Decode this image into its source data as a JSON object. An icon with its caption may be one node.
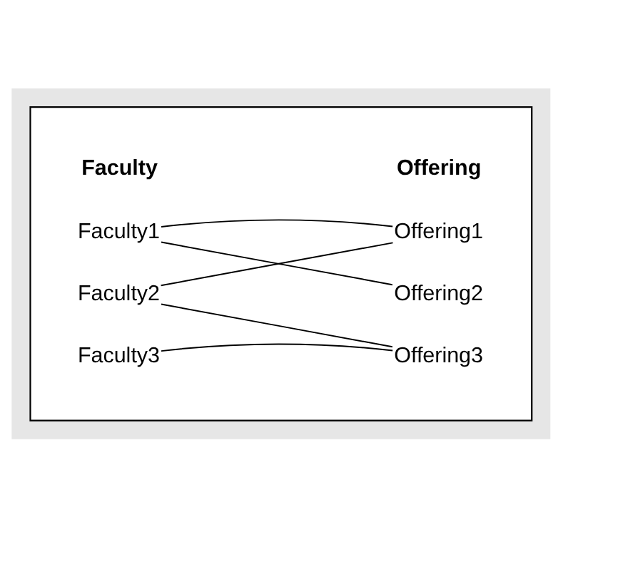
{
  "diagram": {
    "nodes": [
      {
        "text": [],
        "shape": "box"
      },
      {
        "text": [
          "Faculty1"
        ],
        "in": 0
      },
      {
        "text": [
          "Faculty2"
        ],
        "in": 0
      },
      {
        "text": [
          "Faculty3"
        ],
        "in": 0
      },
      {
        "text": [
          "Offering1"
        ],
        "in": 0
      },
      {
        "text": [
          "Offering2"
        ],
        "in": 0
      },
      {
        "text": [
          "Offering3"
        ],
        "in": 0
      }
    ],
    "edges": [
      {
        "from": 1,
        "to": 4,
        "arrow": "none"
      },
      {
        "from": 1,
        "to": 5,
        "arrow": "none"
      },
      {
        "from": 2,
        "to": 4,
        "arrow": "none"
      },
      {
        "from": 2,
        "to": 6,
        "arrow": "none"
      },
      {
        "from": 3,
        "to": 6,
        "arrow": "none"
      }
    ],
    "labels": [
      "Faculty",
      "Offering"
    ]
  }
}
